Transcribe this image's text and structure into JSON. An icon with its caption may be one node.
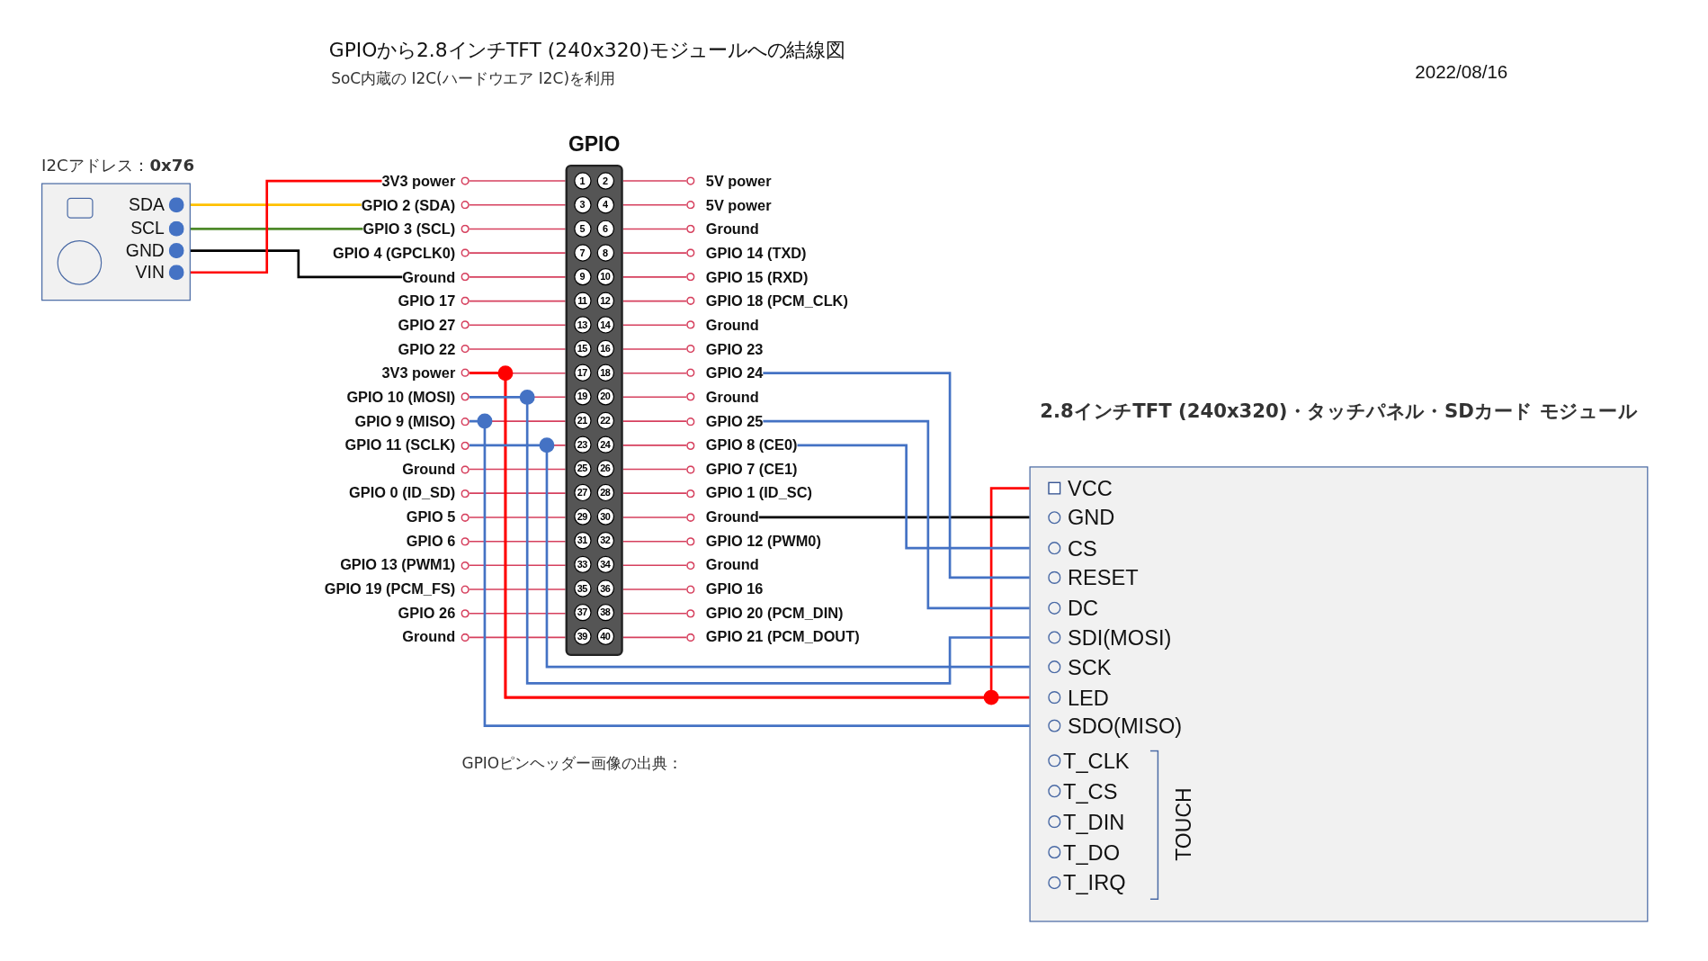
{
  "diagram": {
    "title": "GPIOから2.8インチTFT (240x320)モジュールへの結線図",
    "nodes": [
      {
        "text": [
          "I2Cアドレス：**0x76**"
        ]
      },
      {
        "text": [
          "SDA"
        ],
        "in": 0
      },
      {
        "text": [
          "SCL"
        ],
        "in": 0
      },
      {
        "text": [
          "GND"
        ],
        "in": 0
      },
      {
        "text": [
          "VIN"
        ],
        "in": 0
      },
      {
        "text": [
          "GPIO"
        ]
      },
      {
        "text": [
          "3V3 power"
        ]
      },
      {
        "text": [
          "5V power"
        ]
      },
      {
        "text": [
          "GPIO 2 (SDA)"
        ]
      },
      {
        "text": [
          "5V power"
        ]
      },
      {
        "text": [
          "GPIO 3 (SCL)"
        ]
      },
      {
        "text": [
          "Ground"
        ]
      },
      {
        "text": [
          "GPIO 4 (GPCLK0)"
        ]
      },
      {
        "text": [
          "GPIO 14 (TXD)"
        ]
      },
      {
        "text": [
          "Ground"
        ]
      },
      {
        "text": [
          "GPIO 15 (RXD)"
        ]
      },
      {
        "text": [
          "GPIO 17"
        ]
      },
      {
        "text": [
          "GPIO 18 (PCM_CLK)"
        ]
      },
      {
        "text": [
          "GPIO 27"
        ]
      },
      {
        "text": [
          "Ground"
        ]
      },
      {
        "text": [
          "GPIO 22"
        ]
      },
      {
        "text": [
          "GPIO 23"
        ]
      },
      {
        "text": [
          "3V3 power"
        ]
      },
      {
        "text": [
          "GPIO 24"
        ]
      },
      {
        "text": [
          "GPIO 10 (MOSI)"
        ]
      },
      {
        "text": [
          "Ground"
        ]
      },
      {
        "text": [
          "GPIO 9 (MISO)"
        ]
      },
      {
        "text": [
          "GPIO 25"
        ]
      },
      {
        "text": [
          "GPIO 11 (SCLK)"
        ]
      },
      {
        "text": [
          "GPIO 8 (CE0)"
        ]
      },
      {
        "text": [
          "Ground"
        ]
      },
      {
        "text": [
          "GPIO 7 (CE1)"
        ]
      },
      {
        "text": [
          "GPIO 0 (ID_SD)"
        ]
      },
      {
        "text": [
          "GPIO 1 (ID_SC)"
        ]
      },
      {
        "text": [
          "GPIO 5"
        ]
      },
      {
        "text": [
          "Ground"
        ]
      },
      {
        "text": [
          "GPIO 6"
        ]
      },
      {
        "text": [
          "GPIO 12 (PWM0)"
        ]
      },
      {
        "text": [
          "GPIO 13 (PWM1)"
        ]
      },
      {
        "text": [
          "Ground"
        ]
      },
      {
        "text": [
          "GPIO 19 (PCM_FS)"
        ]
      },
      {
        "text": [
          "GPIO 16"
        ]
      },
      {
        "text": [
          "GPIO 26"
        ]
      },
      {
        "text": [
          "GPIO 20 (PCM_DIN)"
        ]
      },
      {
        "text": [
          "Ground"
        ]
      },
      {
        "text": [
          "GPIO 21 (PCM_DOUT)"
        ]
      },
      {
        "text": [
          "2.8インチTFT (240x320)・タッチパネル・SDカード モジュール"
        ]
      },
      {
        "text": [
          "VCC"
        ],
        "in": 46
      },
      {
        "text": [
          "GND"
        ],
        "in": 46
      },
      {
        "text": [
          "CS"
        ],
        "in": 46
      },
      {
        "text": [
          "RESET"
        ],
        "in": 46
      },
      {
        "text": [
          "DC"
        ],
        "in": 46
      },
      {
        "text": [
          "SDI(MOSI)"
        ],
        "in": 46
      },
      {
        "text": [
          "SCK"
        ],
        "in": 46
      },
      {
        "text": [
          "LED"
        ],
        "in": 46
      },
      {
        "text": [
          "SDO(MISO)"
        ],
        "in": 46
      },
      {
        "text": [
          "T_CLK"
        ],
        "in": 46
      },
      {
        "text": [
          "T_CS"
        ],
        "in": 46
      },
      {
        "text": [
          "T_DIN"
        ],
        "in": 46
      },
      {
        "text": [
          "T_DO"
        ],
        "in": 46
      },
      {
        "text": [
          "T_IRQ"
        ],
        "in": 46
      }
    ],
    "edges": [
      {
        "from": 1,
        "to": 8,
        "arrow": "none",
        "color": "#ffc000"
      },
      {
        "from": 2,
        "to": 10,
        "arrow": "none",
        "color": "#4e8a2a"
      },
      {
        "from": 3,
        "to": 14,
        "arrow": "none",
        "color": "#000000"
      },
      {
        "from": 4,
        "to": 6,
        "arrow": "none",
        "color": "#ff0000"
      },
      {
        "from": 22,
        "to": 47,
        "arrow": "none",
        "color": "#ff0000"
      },
      {
        "from": 22,
        "to": 54,
        "arrow": "none",
        "color": "#ff0000"
      },
      {
        "from": 35,
        "to": 48,
        "arrow": "none",
        "color": "#000000"
      },
      {
        "from": 29,
        "to": 49,
        "arrow": "none",
        "color": "#4472c4"
      },
      {
        "from": 23,
        "to": 50,
        "arrow": "none",
        "color": "#4472c4"
      },
      {
        "from": 27,
        "to": 51,
        "arrow": "none",
        "color": "#4472c4"
      },
      {
        "from": 24,
        "to": 52,
        "arrow": "none",
        "color": "#4472c4"
      },
      {
        "from": 28,
        "to": 53,
        "arrow": "none",
        "color": "#4472c4"
      },
      {
        "from": 26,
        "to": 55,
        "arrow": "none",
        "color": "#4472c4"
      },
      {
        "from": 5,
        "to": 6,
        "arrow": "none"
      },
      {
        "from": 5,
        "to": 7,
        "arrow": "none"
      },
      {
        "from": 5,
        "to": 8,
        "arrow": "none"
      },
      {
        "from": 5,
        "to": 9,
        "arrow": "none"
      },
      {
        "from": 5,
        "to": 10,
        "arrow": "none"
      },
      {
        "from": 5,
        "to": 11,
        "arrow": "none"
      },
      {
        "from": 5,
        "to": 12,
        "arrow": "none"
      },
      {
        "from": 5,
        "to": 13,
        "arrow": "none"
      },
      {
        "from": 5,
        "to": 14,
        "arrow": "none"
      },
      {
        "from": 5,
        "to": 15,
        "arrow": "none"
      },
      {
        "from": 5,
        "to": 16,
        "arrow": "none"
      },
      {
        "from": 5,
        "to": 17,
        "arrow": "none"
      },
      {
        "from": 5,
        "to": 18,
        "arrow": "none"
      },
      {
        "from": 5,
        "to": 19,
        "arrow": "none"
      },
      {
        "from": 5,
        "to": 20,
        "arrow": "none"
      },
      {
        "from": 5,
        "to": 21,
        "arrow": "none"
      },
      {
        "from": 5,
        "to": 22,
        "arrow": "none"
      },
      {
        "from": 5,
        "to": 23,
        "arrow": "none"
      },
      {
        "from": 5,
        "to": 24,
        "arrow": "none"
      },
      {
        "from": 5,
        "to": 25,
        "arrow": "none"
      },
      {
        "from": 5,
        "to": 26,
        "arrow": "none"
      },
      {
        "from": 5,
        "to": 27,
        "arrow": "none"
      },
      {
        "from": 5,
        "to": 28,
        "arrow": "none"
      },
      {
        "from": 5,
        "to": 29,
        "arrow": "none"
      },
      {
        "from": 5,
        "to": 30,
        "arrow": "none"
      },
      {
        "from": 5,
        "to": 31,
        "arrow": "none"
      },
      {
        "from": 5,
        "to": 32,
        "arrow": "none"
      },
      {
        "from": 5,
        "to": 33,
        "arrow": "none"
      },
      {
        "from": 5,
        "to": 34,
        "arrow": "none"
      },
      {
        "from": 5,
        "to": 35,
        "arrow": "none"
      },
      {
        "from": 5,
        "to": 36,
        "arrow": "none"
      },
      {
        "from": 5,
        "to": 37,
        "arrow": "none"
      },
      {
        "from": 5,
        "to": 38,
        "arrow": "none"
      },
      {
        "from": 5,
        "to": 39,
        "arrow": "none"
      },
      {
        "from": 5,
        "to": 40,
        "arrow": "none"
      },
      {
        "from": 5,
        "to": 41,
        "arrow": "none"
      },
      {
        "from": 5,
        "to": 42,
        "arrow": "none"
      },
      {
        "from": 5,
        "to": 43,
        "arrow": "none"
      },
      {
        "from": 5,
        "to": 44,
        "arrow": "none"
      },
      {
        "from": 5,
        "to": 45,
        "arrow": "none"
      }
    ],
    "labels": [
      "SoC内蔵の I2C(ハードウエア I2C)を利用",
      "2022/08/16",
      "1",
      "2",
      "3",
      "4",
      "5",
      "6",
      "7",
      "8",
      "9",
      "10",
      "11",
      "12",
      "13",
      "14",
      "15",
      "16",
      "17",
      "18",
      "19",
      "20",
      "21",
      "22",
      "23",
      "24",
      "25",
      "26",
      "27",
      "28",
      "29",
      "30",
      "31",
      "32",
      "33",
      "34",
      "35",
      "36",
      "37",
      "38",
      "39",
      "40",
      "TOUCH",
      "GPIOピンヘッダー画像の出典："
    ]
  }
}
